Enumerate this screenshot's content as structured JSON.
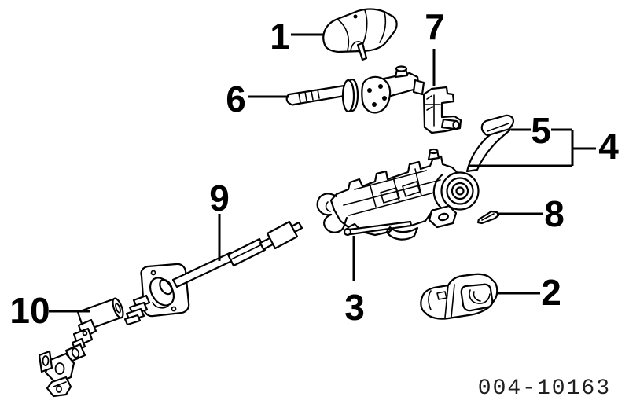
{
  "figure": {
    "background_color": "#ffffff",
    "line_color": "#000000",
    "drawing_number": "004-10163"
  },
  "callouts": [
    {
      "label": "1"
    },
    {
      "label": "2"
    },
    {
      "label": "3"
    },
    {
      "label": "4"
    },
    {
      "label": "5"
    },
    {
      "label": "6"
    },
    {
      "label": "7"
    },
    {
      "label": "8"
    },
    {
      "label": "9"
    },
    {
      "label": "10"
    }
  ]
}
